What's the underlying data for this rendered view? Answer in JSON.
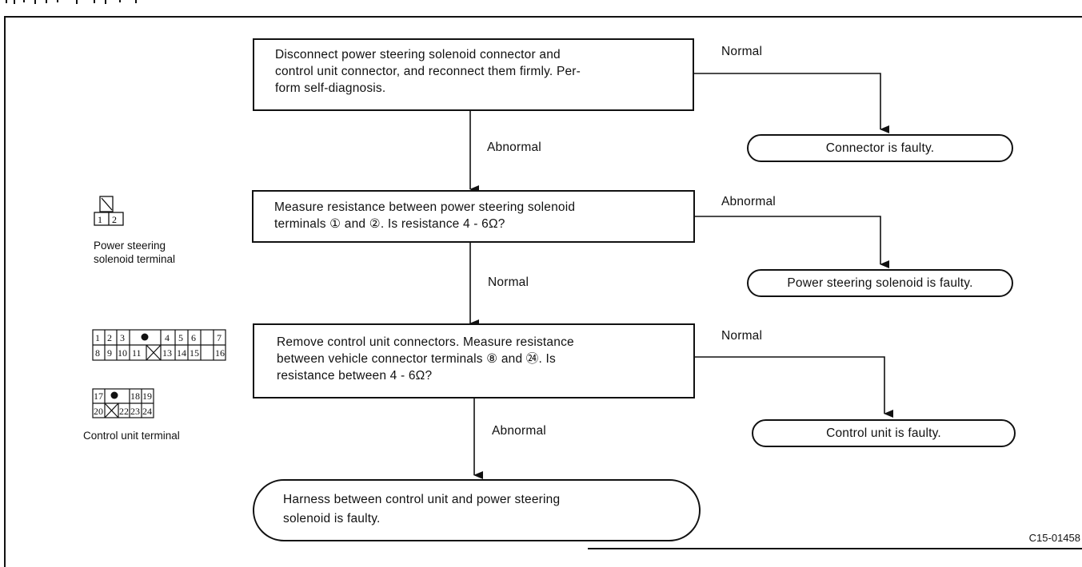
{
  "steps": {
    "step1": "Disconnect power steering solenoid connector and\ncontrol unit connector, and reconnect them firmly. Per-\nform self-diagnosis.",
    "step2": "Measure resistance between power steering solenoid\nterminals ① and ②. Is resistance 4 - 6Ω?",
    "step3": "Remove control unit connectors. Measure resistance\nbetween vehicle connector terminals ⑧ and ㉔. Is\nresistance between 4 - 6Ω?"
  },
  "results": {
    "result1": "Connector is faulty.",
    "result2": "Power steering solenoid is faulty.",
    "result3": "Control unit is faulty.",
    "result4": "Harness between control unit and power steering\nsolenoid is faulty."
  },
  "branches": {
    "b1_right": "Normal",
    "b1_down": "Abnormal",
    "b2_right": "Abnormal",
    "b2_down": "Normal",
    "b3_right": "Normal",
    "b3_down": "Abnormal"
  },
  "terminals": {
    "solenoid_caption": "Power steering\nsolenoid terminal",
    "solenoid_pins": [
      "1",
      "2"
    ],
    "control_caption": "Control unit terminal",
    "control_rowA": [
      "1",
      "2",
      "3",
      "●",
      "",
      "4",
      "5",
      "6",
      "7"
    ],
    "control_rowB": [
      "8",
      "9",
      "10",
      "11",
      "X",
      "13",
      "14",
      "15",
      "16"
    ],
    "control_rowC": [
      "17",
      "●",
      "",
      "18",
      "19"
    ],
    "control_rowD": [
      "20",
      "X",
      "22",
      "23",
      "24"
    ]
  },
  "figure_code": "C15-01458"
}
